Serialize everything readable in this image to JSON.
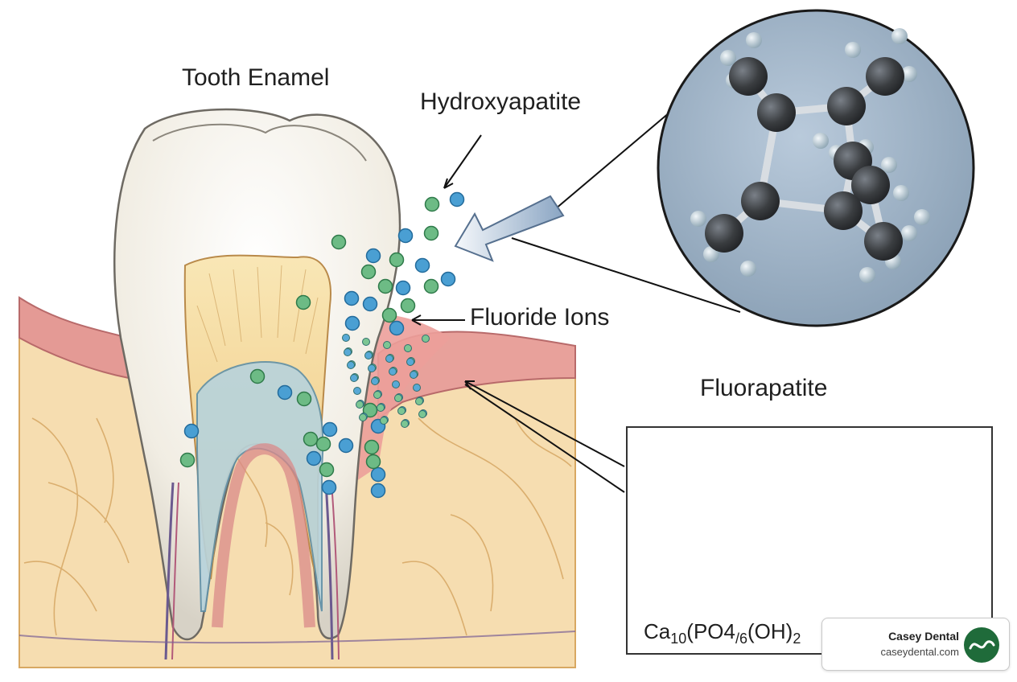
{
  "labels": {
    "tooth_enamel": "Tooth Enamel",
    "hydroxyapatite": "Hydroxyapatite",
    "fluoride_ions": "Fluoride Ions",
    "fluorapatite": "Fluorapatite"
  },
  "formula": {
    "base": "Ca",
    "sub1": "10",
    "mid": "(PO4",
    "sub2": "/6",
    "end": "(OH)",
    "sub3": "2"
  },
  "brand": {
    "name": "Casey Dental",
    "url": "caseydental.com"
  },
  "colors": {
    "enamel": "#f4f1ea",
    "dentin": "#f1d9a0",
    "pulp": "#f4dfa6",
    "gum": "#e79b97",
    "bone": "#f6dcaa",
    "ion_green": "#5fb07a",
    "ion_blue": "#3e93c8",
    "atom": "#3a3d40",
    "hydrogen": "#b8cbd6",
    "circle_bg": "#9fb3c7",
    "brand_green": "#1f6b3a"
  }
}
